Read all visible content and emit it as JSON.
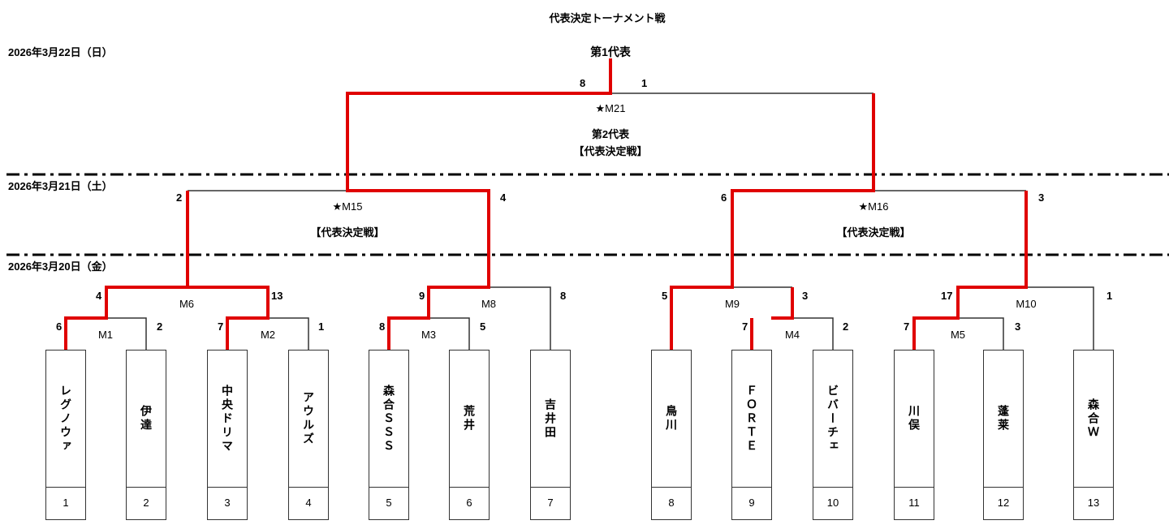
{
  "title": "代表決定トーナメント戦",
  "dates": {
    "day3": "2026年3月22日（日）",
    "day2": "2026年3月21日（土）",
    "day1": "2026年3月20日（金）"
  },
  "colors": {
    "winner_line": "#e00000",
    "line": "#333333"
  },
  "final": {
    "label": "第1代表",
    "match": "★M21",
    "sub1": "第2代表",
    "sub2": "【代表決定戦】",
    "score_left": "8",
    "score_right": "1"
  },
  "semis": [
    {
      "match": "★M15",
      "sub": "【代表決定戦】",
      "score_left": "2",
      "score_right": "4"
    },
    {
      "match": "★M16",
      "sub": "【代表決定戦】",
      "score_left": "6",
      "score_right": "3"
    }
  ],
  "round2": [
    {
      "match": "M6",
      "score_left": "4",
      "score_right": "13"
    },
    {
      "match": "M8",
      "score_left": "9",
      "score_right": "8"
    },
    {
      "match": "M9",
      "score_left": "5",
      "score_right": "3"
    },
    {
      "match": "M10",
      "score_left": "17",
      "score_right": "1"
    }
  ],
  "round1": [
    {
      "match": "M1",
      "score_left": "6",
      "score_right": "2"
    },
    {
      "match": "M2",
      "score_left": "7",
      "score_right": "1"
    },
    {
      "match": "M3",
      "score_left": "8",
      "score_right": "5"
    },
    {
      "match": "M4",
      "score_left": "7",
      "score_right": "2"
    },
    {
      "match": "M5",
      "score_left": "7",
      "score_right": "3"
    }
  ],
  "teams": [
    {
      "name": "レグノウァ",
      "num": "1"
    },
    {
      "name": "伊達",
      "num": "2"
    },
    {
      "name": "中央ドリマ",
      "num": "3"
    },
    {
      "name": "アウルズ",
      "num": "4"
    },
    {
      "name": "森合ＳＳＳ",
      "num": "5"
    },
    {
      "name": "荒井",
      "num": "6"
    },
    {
      "name": "吉井田",
      "num": "7"
    },
    {
      "name": "鳥川",
      "num": "8"
    },
    {
      "name": "ＦＯＲＴＥ",
      "num": "9"
    },
    {
      "name": "ビバーチェ",
      "num": "10"
    },
    {
      "name": "川俣",
      "num": "11"
    },
    {
      "name": "蓬莱",
      "num": "12"
    },
    {
      "name": "森合Ｗ",
      "num": "13"
    }
  ]
}
